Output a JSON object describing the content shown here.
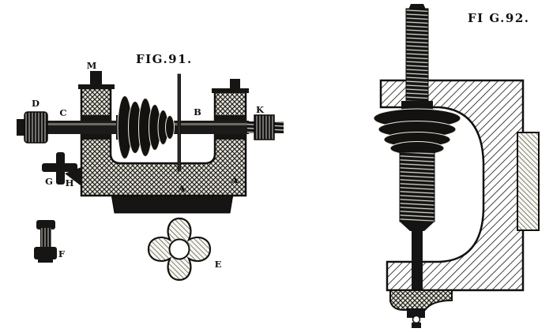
{
  "page": {
    "background": "#ffffff",
    "ink": "#11100e"
  },
  "fig91": {
    "title": "FIG.91.",
    "labels": {
      "m": "M",
      "d": "D",
      "c": "C",
      "b": "B",
      "k": "K",
      "g": "G",
      "h": "H",
      "a_base": "A",
      "a_frame": "A",
      "f": "F",
      "e": "E"
    }
  },
  "fig92": {
    "title": "FI G.92."
  }
}
